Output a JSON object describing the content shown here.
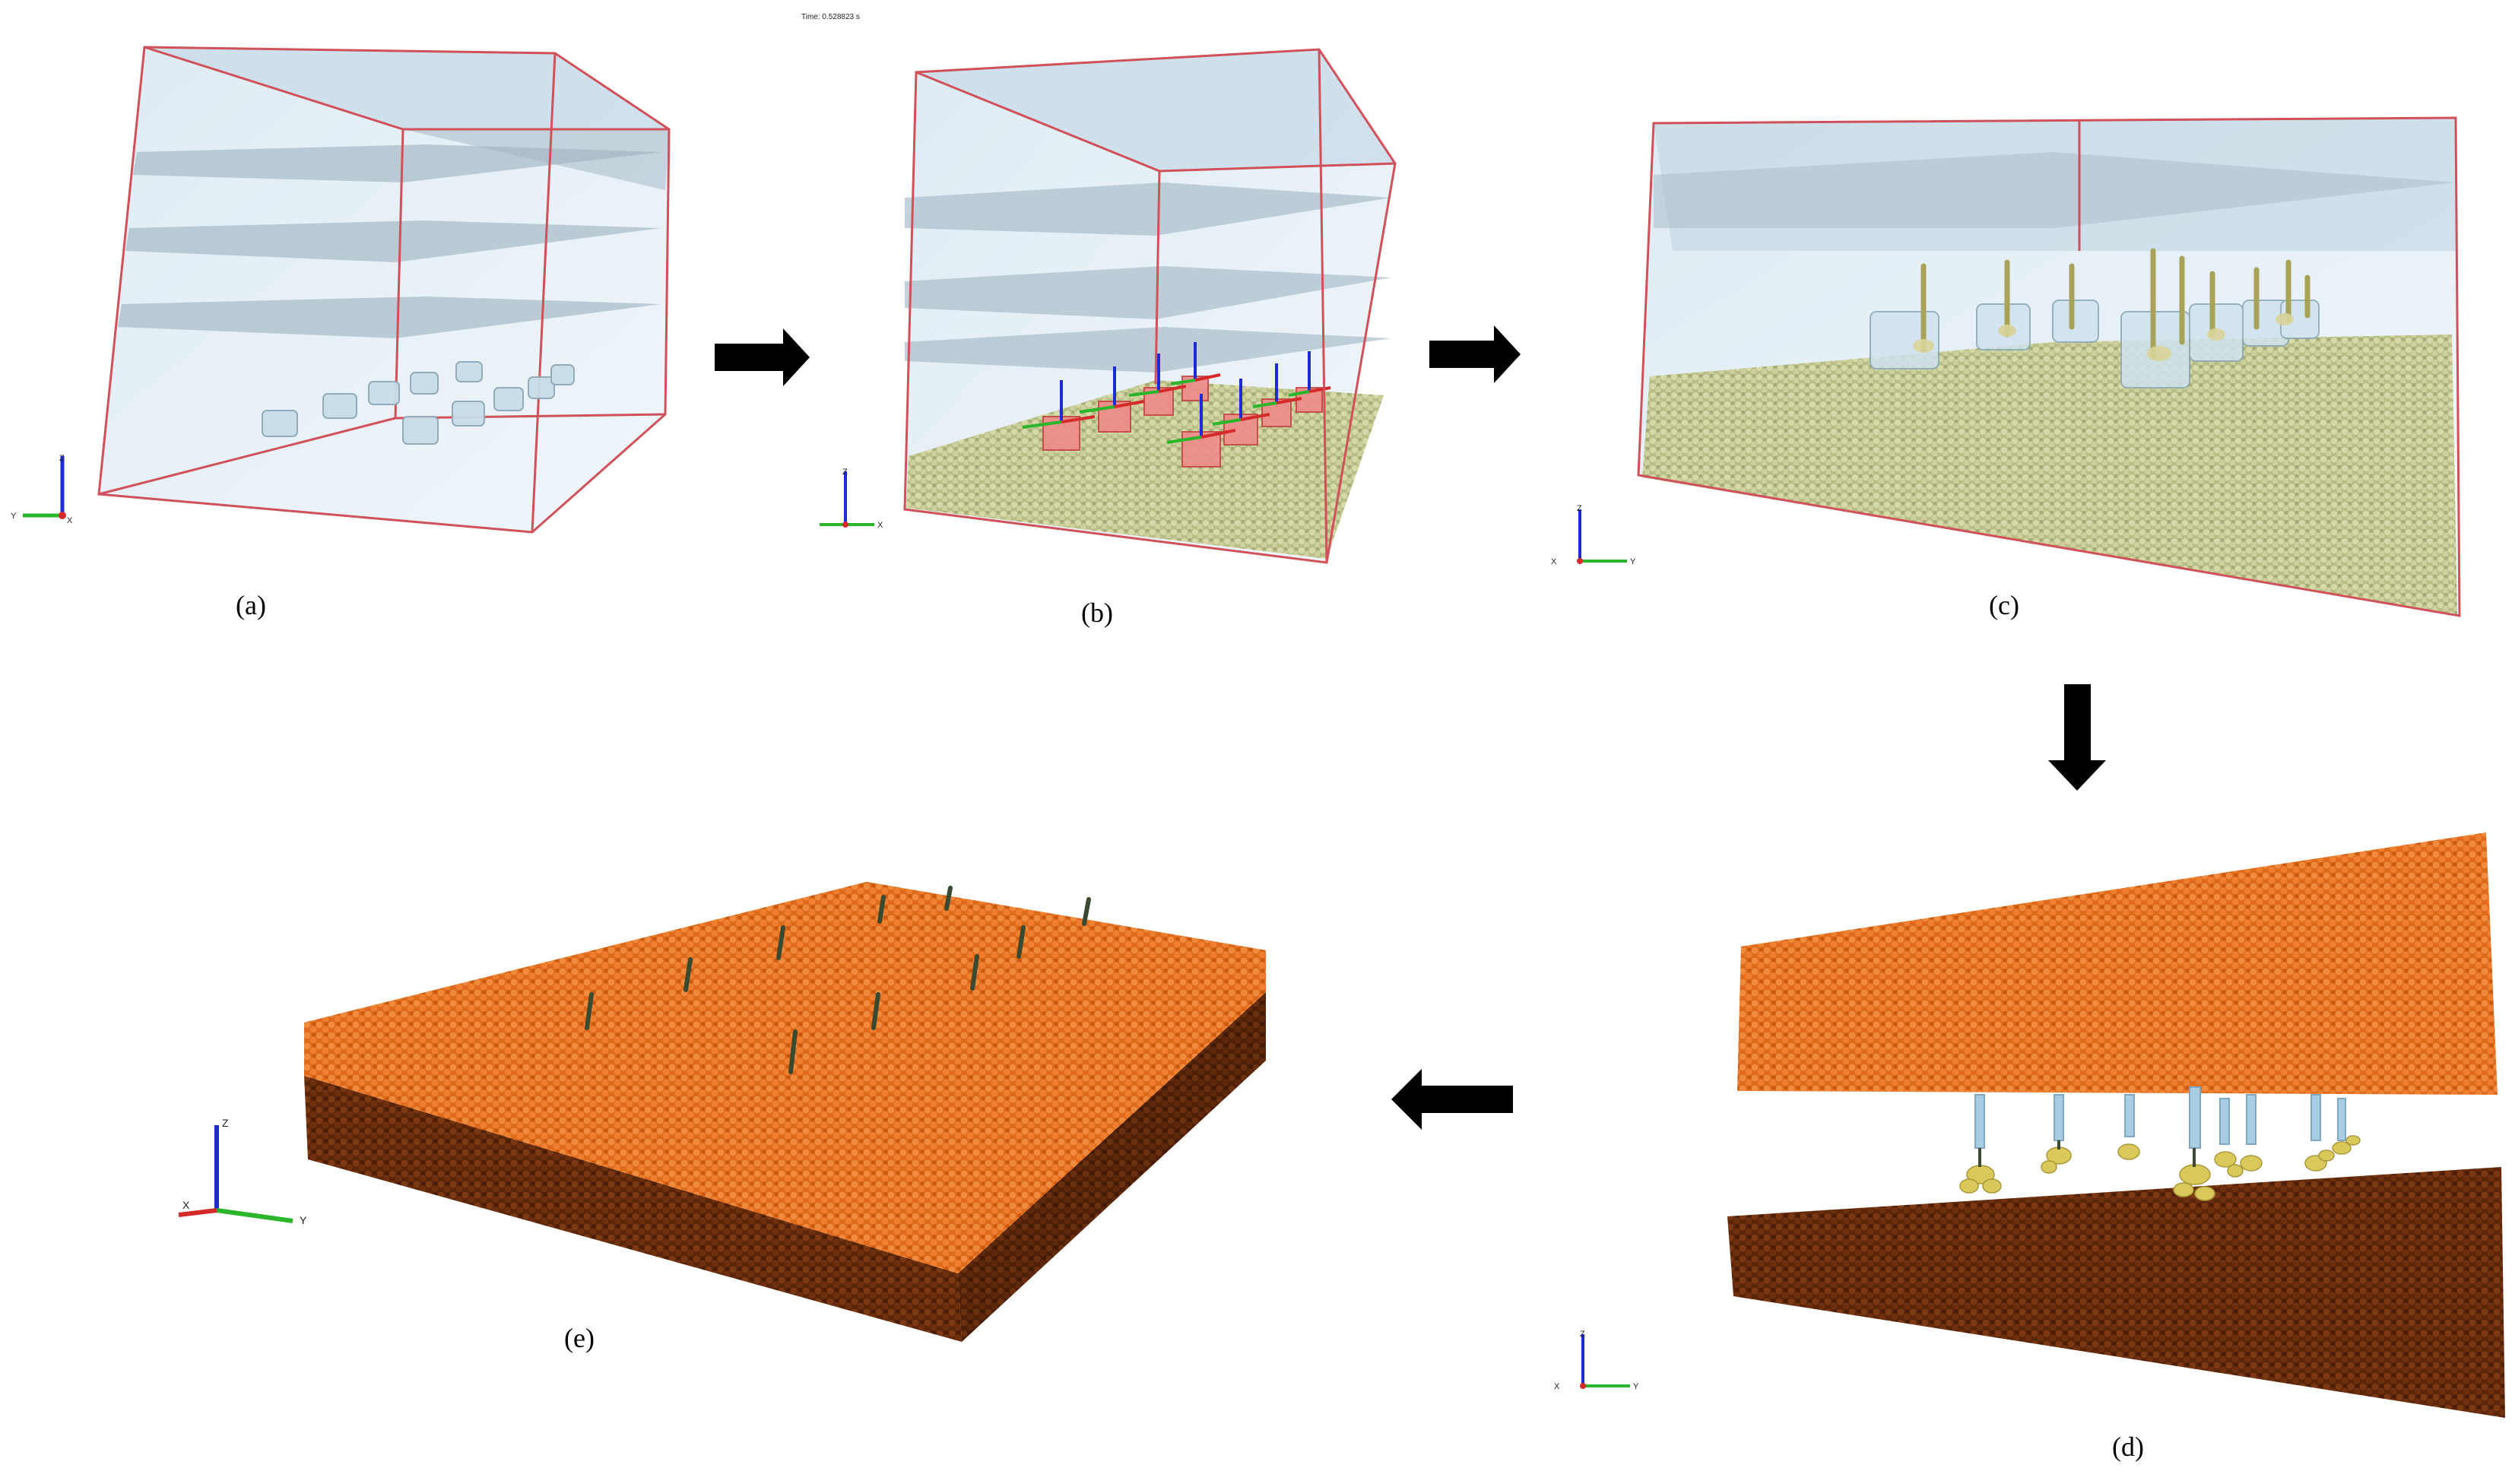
{
  "time_readout": "Time: 0.528823 s",
  "panels": {
    "a": {
      "label": "(a)"
    },
    "b": {
      "label": "(b)"
    },
    "c": {
      "label": "(c)"
    },
    "d": {
      "label": "(d)"
    },
    "e": {
      "label": "(e)"
    }
  },
  "axes": {
    "x": "X",
    "y": "Y",
    "z": "Z"
  },
  "colors": {
    "box_edge": "#d0515a",
    "glass": "#cfe3ee",
    "shelf": "#9fb4c2",
    "seed_particles": "#c8cc98",
    "soil_top": "#ec7a2a",
    "soil_bottom": "#6a2e0c",
    "arrow": "#000000",
    "axis_x": "#d42a2a",
    "axis_y": "#2bb52b",
    "axis_z": "#1e2bd4"
  },
  "icons": [
    "arrow-right-icon",
    "arrow-down-icon",
    "arrow-left-icon"
  ]
}
